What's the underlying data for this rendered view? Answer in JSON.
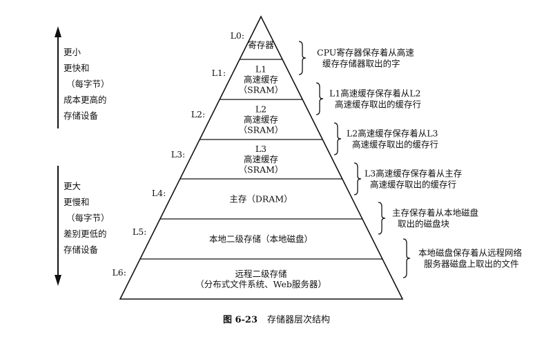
{
  "side_top": {
    "lines": [
      "更小",
      "更快和",
      "（每字节）",
      "成本更高的",
      "存储设备"
    ]
  },
  "side_bottom": {
    "lines": [
      "更大",
      "更慢和",
      "（每字节）",
      "差别更低的",
      "存储设备"
    ]
  },
  "levels": [
    {
      "label": "L0:",
      "lines": [
        "寄存器"
      ],
      "note": [
        "CPU寄存器保存着从高速",
        "缓存存储器取出的字"
      ]
    },
    {
      "label": "L1:",
      "lines": [
        "L1",
        "高速缓存",
        "（SRAM）"
      ],
      "note": [
        "L1高速缓存保存着从L2",
        "高速缓存取出的缓存行"
      ]
    },
    {
      "label": "L2:",
      "lines": [
        "L2",
        "高速缓存",
        "（SRAM）"
      ],
      "note": [
        "L2高速缓存保存着从L3",
        "高速缓存取出的缓存行"
      ]
    },
    {
      "label": "L3:",
      "lines": [
        "L3",
        "高速缓存",
        "（SRAM）"
      ],
      "note": [
        "L3高速缓存保存着从主存",
        "高速缓存取出的缓存行"
      ]
    },
    {
      "label": "L4:",
      "lines": [
        "主存（DRAM）"
      ],
      "note": [
        "主存保存着从本地磁盘",
        "取出的磁盘块"
      ]
    },
    {
      "label": "L5:",
      "lines": [
        "本地二级存储（本地磁盘）"
      ],
      "note": [
        "本地磁盘保存着从远程网络",
        "服务器磁盘上取出的文件"
      ]
    },
    {
      "label": "L6:",
      "lines": [
        "远程二级存储",
        "（分布式文件系统、Web服务器）"
      ],
      "note": []
    }
  ],
  "caption": {
    "number": "图 6-23",
    "title": "存储器层次结构"
  }
}
